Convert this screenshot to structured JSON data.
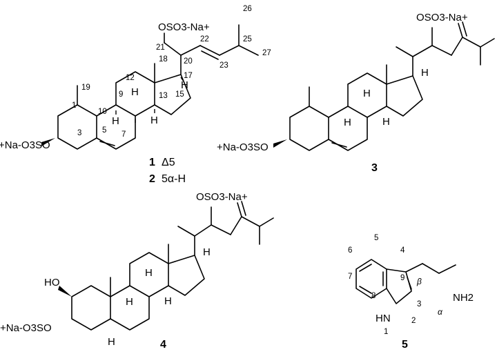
{
  "figure": {
    "compounds": [
      {
        "id": "1",
        "note": "Δ5",
        "substituents": {
          "c3": "+Na-O3SO",
          "c21": "OSO3-Na+",
          "h9": "H",
          "h8": "H",
          "h14": "H",
          "h17": "H"
        },
        "atom_numbers": [
          "1",
          "3",
          "5",
          "7",
          "9",
          "10",
          "12",
          "13",
          "15",
          "17",
          "18",
          "19",
          "20",
          "21",
          "22",
          "23",
          "25",
          "26",
          "27"
        ]
      },
      {
        "id": "2",
        "note": "5α-H"
      },
      {
        "id": "3",
        "substituents": {
          "c3": "+Na-O3SO",
          "side": "OSO3-Na+",
          "h9": "H",
          "h8": "H",
          "h14": "H",
          "h17": "H"
        }
      },
      {
        "id": "4",
        "substituents": {
          "c2": "HO",
          "c3": "+Na-O3SO",
          "side": "OSO3-Na+",
          "h5": "H",
          "h9": "H",
          "h8": "H",
          "h14": "H",
          "h17": "H"
        }
      },
      {
        "id": "5",
        "substituents": {
          "n1": "HN",
          "amine": "NH2"
        },
        "atom_numbers": [
          "1",
          "2",
          "3",
          "4",
          "5",
          "6",
          "7",
          "8",
          "9"
        ],
        "greek": [
          "β",
          "α"
        ]
      }
    ]
  }
}
